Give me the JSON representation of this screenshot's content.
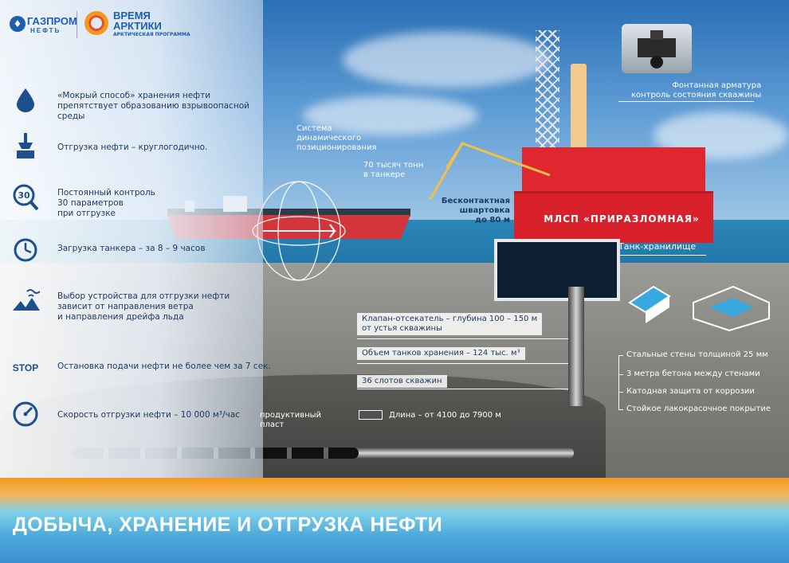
{
  "brand": {
    "gazprom_name": "ГАЗПРОМ",
    "gazprom_sub": "НЕФТЬ",
    "arctic_title_line1": "ВРЕМЯ",
    "arctic_title_line2": "АРКТИКИ",
    "arctic_sub": "АРКТИЧЕСКАЯ ПРОГРАММА"
  },
  "features": [
    {
      "icon": "droplet-icon",
      "text": "«Мокрый способ» хранения нефти\nпрепятствует образованию взрывоопасной среды"
    },
    {
      "icon": "crane-hook-icon",
      "text": "Отгрузка нефти – круглогодично."
    },
    {
      "icon": "magnifier-30-icon",
      "icon_text": "30",
      "text": "Постоянный контроль\n30 параметров\nпри отгрузке"
    },
    {
      "icon": "clock-icon",
      "text": "Загрузка танкера – за 8 – 9 часов"
    },
    {
      "icon": "wind-waves-icon",
      "text": "Выбор устройства для отгрузки нефти\nзависит от направления ветра\nи направления дрейфа льда"
    },
    {
      "icon": "stop-icon",
      "icon_text": "STOP",
      "text": "Остановка подачи нефти не более чем за 7 сек."
    },
    {
      "icon": "speedometer-icon",
      "text": "Скорость отгрузки  нефти  – 10 000 м³/час"
    }
  ],
  "diagram": {
    "positioning_system": "Система\nдинамического\nпозиционирования",
    "tanker_capacity": "70 тысяч тонн\nв танкере",
    "contactless_mooring": "Бесконтактная\nшвартовка\nдо 80 м",
    "platform_name": "МЛСП «ПРИРАЗЛОМНАЯ»",
    "fountain_fittings": "Фонтанная арматура\nконтроль состояния скважины",
    "storage_tank": "Танк-хранилище",
    "cutoff_valve": "Клапан-отсекатель – глубина 100 – 150 м\nот устья скважины",
    "storage_volume": "Объем танков хранения – 124 тыс. м³",
    "well_slots": "36 слотов скважин",
    "productive_layer": "продуктивный\nпласт",
    "length": "Длина – от 4100 до 7900 м",
    "ruler_icon": "ruler-icon",
    "tank_features": [
      "Стальные стены толщиной 25 мм",
      "3 метра бетона между стенами",
      "Катодная защита от коррозии",
      "Стойкое лакокрасочное покрытие"
    ]
  },
  "title": "ДОБЫЧА, ХРАНЕНИЕ И ОТГРУЗКА НЕФТИ",
  "colors": {
    "brand_blue": "#1d5fae",
    "platform_red": "#d8212a",
    "accent_orange": "#f39a1e"
  }
}
